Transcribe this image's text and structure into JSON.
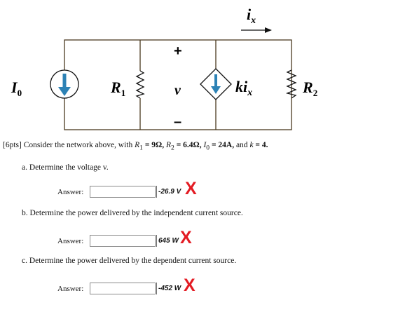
{
  "circuit": {
    "source_label": "I",
    "source_sub": "0",
    "r1_label": "R",
    "r1_sub": "1",
    "plus_sign": "+",
    "v_label": "v",
    "minus_sign": "–",
    "dep_label_k": "ki",
    "dep_label_sub": "x",
    "r2_label": "R",
    "r2_sub": "2",
    "ix_label": "i",
    "ix_sub": "x"
  },
  "problem": {
    "points": "[6pts]",
    "intro": "Consider the network above, with",
    "r1_sym": "R",
    "r1_sub": "1",
    "r1_val": "= 9Ω,",
    "r2_sym": "R",
    "r2_sub": "2",
    "r2_val": "= 6.4Ω,",
    "i0_sym": "I",
    "i0_sub": "0",
    "i0_val": "= 24A,",
    "and_word": "and",
    "k_sym": "k",
    "k_val": "= 4."
  },
  "questions": [
    {
      "text": "a. Determine the voltage v.",
      "answer_label": "Answer:",
      "input_value": "",
      "submitted": "-26.9 V",
      "status_mark": "X"
    },
    {
      "text": "b. Determine the power delivered by the independent current source.",
      "answer_label": "Answer:",
      "input_value": "",
      "submitted": "645 W",
      "status_mark": "X"
    },
    {
      "text": "c. Determine the power delivered by the dependent current source.",
      "answer_label": "Answer:",
      "input_value": "",
      "submitted": "-452 W",
      "status_mark": "X"
    }
  ],
  "colors": {
    "wire": "#4a3a20",
    "source_fill": "#2d82b5",
    "wrong_mark": "#e31b23"
  }
}
